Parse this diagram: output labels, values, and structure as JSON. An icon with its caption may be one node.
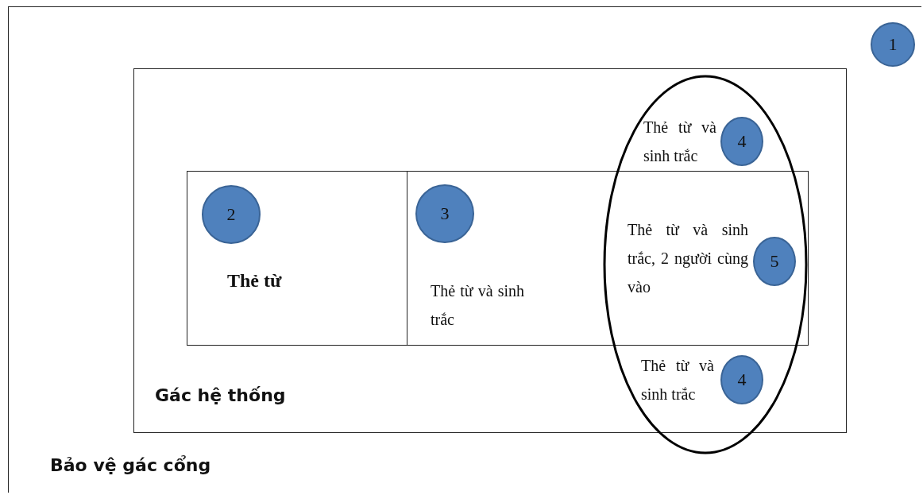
{
  "diagram": {
    "nodes": [
      {
        "text": [
          "Bảo vệ gác cổng"
        ]
      },
      {
        "text": [
          "1"
        ],
        "in": 0
      },
      {
        "text": [
          "Gác hệ thống"
        ],
        "in": 0
      },
      {
        "text": [
          "Thẻ từ và sinh trắc",
          "Thẻ từ và sinh trắc"
        ],
        "in": 2
      },
      {
        "text": [
          "4"
        ],
        "in": 3
      },
      {
        "text": [
          "Thẻ từ"
        ],
        "in": 2
      },
      {
        "text": [
          "2"
        ],
        "in": 5
      },
      {
        "text": [
          "Thẻ từ và sinh trắc",
          "Thẻ từ và sinh trắc, 2 người cùng vào"
        ],
        "in": 2
      },
      {
        "text": [
          "3"
        ],
        "in": 7
      },
      {
        "text": [
          "5"
        ]
      },
      {
        "text": [
          "4"
        ],
        "in": 3
      }
    ],
    "edges": []
  }
}
